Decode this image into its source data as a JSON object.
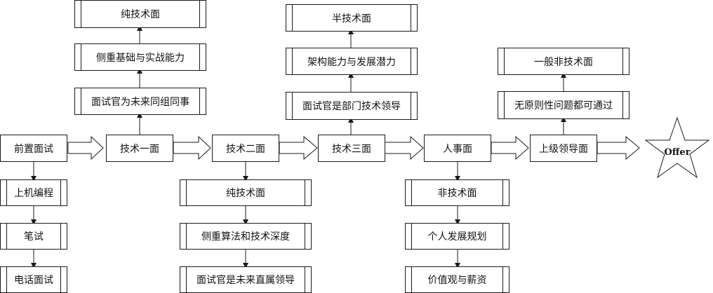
{
  "stages": {
    "pre": "前置面试",
    "tech1": "技术一面",
    "tech2": "技术二面",
    "tech3": "技术三面",
    "hr": "人事面",
    "senior": "上级领导面",
    "offer": "Offer"
  },
  "pre_branch": [
    "上机编程",
    "笔试",
    "电话面试"
  ],
  "tech1_branch": [
    "面试官为未来同组同事",
    "侧重基础与实战能力",
    "纯技术面"
  ],
  "tech2_branch": [
    "纯技术面",
    "侧重算法和技术深度",
    "面试官是未来直属领导"
  ],
  "tech3_branch": [
    "面试官是部门技术领导",
    "架构能力与发展潜力",
    "半技术面"
  ],
  "hr_branch": [
    "非技术面",
    "个人发展规划",
    "价值观与薪资"
  ],
  "senior_branch": [
    "无原则性问题都可通过",
    "一般非技术面"
  ]
}
